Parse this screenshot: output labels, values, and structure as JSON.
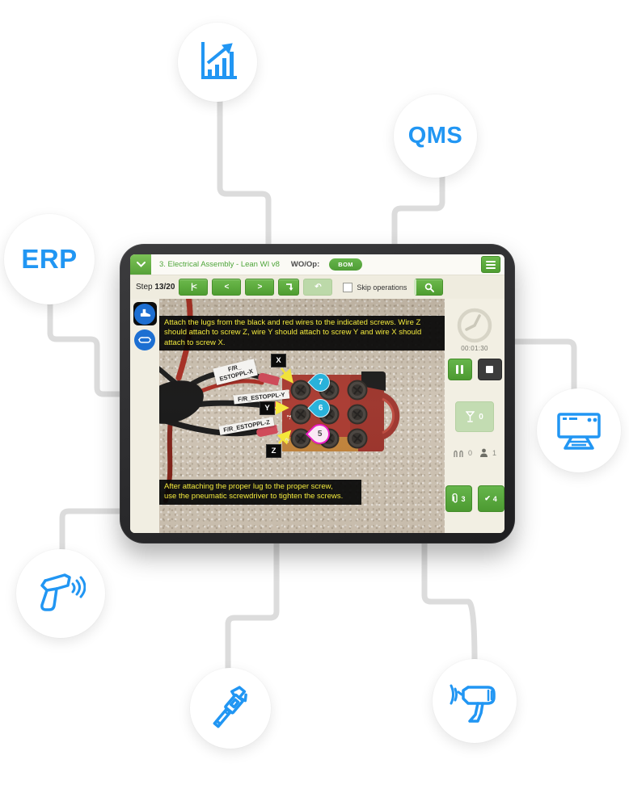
{
  "satellites": {
    "erp": "ERP",
    "qms": "QMS",
    "analytics_icon": "bar-chart-growth",
    "printer_icon": "printer",
    "scanner_icon": "barcode-scanner",
    "caliper_icon": "caliper",
    "drill_icon": "power-drill"
  },
  "app": {
    "header": {
      "title": "3. Electrical Assembly - Lean WI v8",
      "wo_op_label": "WO/Op:",
      "bom_label": "BOM"
    },
    "stepbar": {
      "step_label": "Step",
      "step_value": "13/20",
      "nav_first": "|<",
      "nav_prev": "<",
      "nav_next": ">",
      "undo_glyph": "↶",
      "skip_label": "Skip operations"
    },
    "sidebar": {
      "timer": "00:01:30",
      "scrap_count": "0",
      "tools_count": "0",
      "people_count": "1",
      "attachments_count": "3",
      "done_check": "✔",
      "done_count": "4"
    },
    "photo": {
      "caption_top": "Attach the lugs from the black and red wires to the indicated screws. Wire Z should attach to screw Z, wire Y should attach to screw Y and wire X should attach to screw X.",
      "caption_bottom_line1": "After attaching the proper lug to the proper screw,",
      "caption_bottom_line2": "use the pneumatic screwdriver to tighten the screws.",
      "wire_label_x_line1": "F/R_",
      "wire_label_x_line2": "ESTOPPL-X",
      "wire_label_y": "F/R_ESTOPPL-Y",
      "wire_label_z": "F/R_ESTOPPL-Z",
      "marker_x": "X",
      "marker_y": "Y",
      "marker_z": "Z",
      "pin_x": "7",
      "pin_y": "6",
      "pin_z": "5",
      "block_mark_1": ".2",
      "block_mark_2": ".1",
      "block_mark_3": ".2"
    }
  },
  "colors": {
    "accent_green": "#55a538",
    "accent_blue": "#2196f3",
    "caption_yellow": "#f3ea3d",
    "pin_cyan": "#29b2da",
    "pin_pink": "#ea1cc1",
    "connector_gray": "#dcdcdc"
  }
}
